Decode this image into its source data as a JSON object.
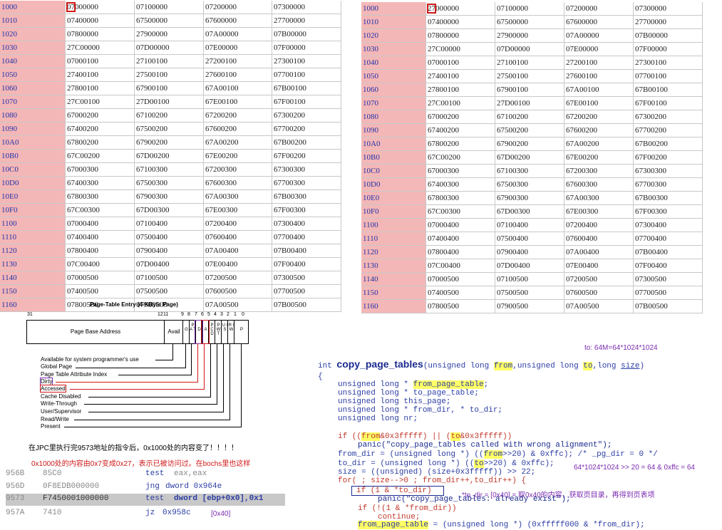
{
  "table_left": {
    "rows": [
      [
        "1000",
        "07000000",
        "07100000",
        "07200000",
        "07300000"
      ],
      [
        "1010",
        "07400000",
        "67500000",
        "67600000",
        "27700000"
      ],
      [
        "1020",
        "07800000",
        "27900000",
        "07A00000",
        "07B00000"
      ],
      [
        "1030",
        "27C00000",
        "07D00000",
        "07E00000",
        "07F00000"
      ],
      [
        "1040",
        "07000100",
        "27100100",
        "27200100",
        "27300100"
      ],
      [
        "1050",
        "27400100",
        "27500100",
        "27600100",
        "07700100"
      ],
      [
        "1060",
        "27800100",
        "67900100",
        "67A00100",
        "67B00100"
      ],
      [
        "1070",
        "27C00100",
        "27D00100",
        "67E00100",
        "67F00100"
      ],
      [
        "1080",
        "67000200",
        "67100200",
        "67200200",
        "67300200"
      ],
      [
        "1090",
        "67400200",
        "67500200",
        "67600200",
        "67700200"
      ],
      [
        "10A0",
        "67800200",
        "67900200",
        "67A00200",
        "67B00200"
      ],
      [
        "10B0",
        "67C00200",
        "67D00200",
        "67E00200",
        "67F00200"
      ],
      [
        "10C0",
        "67000300",
        "67100300",
        "67200300",
        "67300300"
      ],
      [
        "10D0",
        "67400300",
        "67500300",
        "67600300",
        "67700300"
      ],
      [
        "10E0",
        "67800300",
        "67900300",
        "67A00300",
        "67B00300"
      ],
      [
        "10F0",
        "67C00300",
        "67D00300",
        "67E00300",
        "67F00300"
      ],
      [
        "1100",
        "07000400",
        "07100400",
        "07200400",
        "07300400"
      ],
      [
        "1110",
        "07400400",
        "07500400",
        "07600400",
        "07700400"
      ],
      [
        "1120",
        "07800400",
        "07900400",
        "07A00400",
        "07B00400"
      ],
      [
        "1130",
        "07C00400",
        "07D00400",
        "07E00400",
        "07F00400"
      ],
      [
        "1140",
        "07000500",
        "07100500",
        "07200500",
        "07300500"
      ],
      [
        "1150",
        "07400500",
        "07500500",
        "07600500",
        "07700500"
      ],
      [
        "1160",
        "07800500",
        "07900500",
        "07A00500",
        "07B00500"
      ]
    ]
  },
  "table_right": {
    "rows": [
      [
        "1000",
        "27000000",
        "07100000",
        "07200000",
        "07300000"
      ],
      [
        "1010",
        "07400000",
        "67500000",
        "67600000",
        "27700000"
      ],
      [
        "1020",
        "07800000",
        "27900000",
        "07A00000",
        "07B00000"
      ],
      [
        "1030",
        "27C00000",
        "07D00000",
        "07E00000",
        "07F00000"
      ],
      [
        "1040",
        "07000100",
        "27100100",
        "27200100",
        "27300100"
      ],
      [
        "1050",
        "27400100",
        "27500100",
        "27600100",
        "07700100"
      ],
      [
        "1060",
        "27800100",
        "67900100",
        "67A00100",
        "67B00100"
      ],
      [
        "1070",
        "27C00100",
        "27D00100",
        "67E00100",
        "67F00100"
      ],
      [
        "1080",
        "67000200",
        "67100200",
        "67200200",
        "67300200"
      ],
      [
        "1090",
        "67400200",
        "67500200",
        "67600200",
        "67700200"
      ],
      [
        "10A0",
        "67800200",
        "67900200",
        "67A00200",
        "67B00200"
      ],
      [
        "10B0",
        "67C00200",
        "67D00200",
        "67E00200",
        "67F00200"
      ],
      [
        "10C0",
        "67000300",
        "67100300",
        "67200300",
        "67300300"
      ],
      [
        "10D0",
        "67400300",
        "67500300",
        "67600300",
        "67700300"
      ],
      [
        "10E0",
        "67800300",
        "67900300",
        "67A00300",
        "67B00300"
      ],
      [
        "10F0",
        "67C00300",
        "67D00300",
        "67E00300",
        "67F00300"
      ],
      [
        "1100",
        "07000400",
        "07100400",
        "07200400",
        "07300400"
      ],
      [
        "1110",
        "07400400",
        "07500400",
        "07600400",
        "07700400"
      ],
      [
        "1120",
        "07800400",
        "07900400",
        "07A00400",
        "07B00400"
      ],
      [
        "1130",
        "07C00400",
        "07D00400",
        "07E00400",
        "07F00400"
      ],
      [
        "1140",
        "07000500",
        "07100500",
        "07200500",
        "07300500"
      ],
      [
        "1150",
        "07400500",
        "07500500",
        "07600500",
        "07700500"
      ],
      [
        "1160",
        "07800500",
        "07900500",
        "07A00500",
        "07B00500"
      ]
    ]
  },
  "pte": {
    "title": "Page-Table Entry (4-KByte Page)",
    "bit_numbers": [
      "31",
      "12",
      "11",
      "9",
      "8",
      "7",
      "6",
      "5",
      "4",
      "3",
      "2",
      "1",
      "0"
    ],
    "field_base": "Page Base Address",
    "field_avail": "Avail",
    "field_g": "G",
    "field_pat": "P A T",
    "field_d": "D",
    "field_a": "A",
    "field_pcd": "P C D",
    "field_pwt": "P W T",
    "field_us": "U / S",
    "field_rw": "R / W",
    "field_p": "P",
    "labels": [
      "Available for system programmer's use",
      "Global Page",
      "Page Table Attribute Index",
      "Dirty",
      "Accessed",
      "Cache Disabled",
      "Write-Through",
      "User/Supervisor",
      "Read/Write",
      "Present"
    ]
  },
  "notes": {
    "after_jpc": "在JPC里执行完9573地址的指令后，0x1000处的内容变了！！！！",
    "changed": "0x1000处的内容由0x7变成0x27，表示已被访问过。在bochs里也这样",
    "to_formula": "to: 64M=64*1024*1024",
    "shift_formula": "64*1024*1024 >> 20 = 64 & 0xffc = 64",
    "to_dir_note": "*to_dir = [0x40] = 取0x40的内容，获取页目录，再得到页表项",
    "bracket_0x40": "[0x40]"
  },
  "asm": [
    {
      "addr": "956B",
      "bytes": "85C0",
      "mnem": "test",
      "ops": "eax,eax"
    },
    {
      "addr": "956D",
      "bytes": "0F8EDB000000",
      "mnem": "jng",
      "ops": "dword 0x964e"
    },
    {
      "addr": "9573",
      "bytes": "F7450001000000",
      "mnem": "test",
      "ops": "dword [ebp+0x0],0x1"
    },
    {
      "addr": "957A",
      "bytes": "7410",
      "mnem": "jz",
      "ops": "0x958c"
    }
  ],
  "code": {
    "sig_int": "int",
    "sig_name": "copy_page_tables",
    "sig_paren_open": "(",
    "sig_p1_type": "unsigned long ",
    "sig_from": "from",
    "sig_comma1": ",",
    "sig_p2_type": "unsigned long ",
    "sig_to": "to",
    "sig_comma2": ",",
    "sig_p3_type": "long ",
    "sig_size": "size",
    "sig_paren_close": ")",
    "brace_open": "{",
    "l1_a": "unsigned long * ",
    "l1_b": "from_page_table",
    "l1_c": ";",
    "l2": "unsigned long * to_page_table;",
    "l3": "unsigned long this_page;",
    "l4": "unsigned long * from_dir, * to_dir;",
    "l5": "unsigned long nr;",
    "if1_a": "if ((",
    "if1_from": "from",
    "if1_b": "&0x3fffff) || (",
    "if1_to": "to",
    "if1_c": "&0x3fffff))",
    "panic1": "panic(\"copy_page_tables called with wrong alignment\");",
    "fd_a": "from_dir = (unsigned long *) ((",
    "fd_from": "from",
    "fd_b": ">>20) & 0xffc); /* _pg_dir = 0 */",
    "td_a": "to_dir = (unsigned long *) ((",
    "td_to": "to",
    "td_b": ">>20) & 0xffc);",
    "size_line": "size = ((unsigned) (size+0x3fffff)) >> 22;",
    "for_line": "for( ; size-->0 ; from_dir++,to_dir++) {",
    "if_todir": "if (1 & *to_dir)",
    "panic2": "panic(\"copy_page_tables: already exist\");",
    "if_fromdir": "if (!(1 & *from_dir))",
    "continue": "continue;",
    "fpt_a": "from_page_table",
    "fpt_b": " = (unsigned long *) (0xfffff000 & *from_dir);"
  }
}
